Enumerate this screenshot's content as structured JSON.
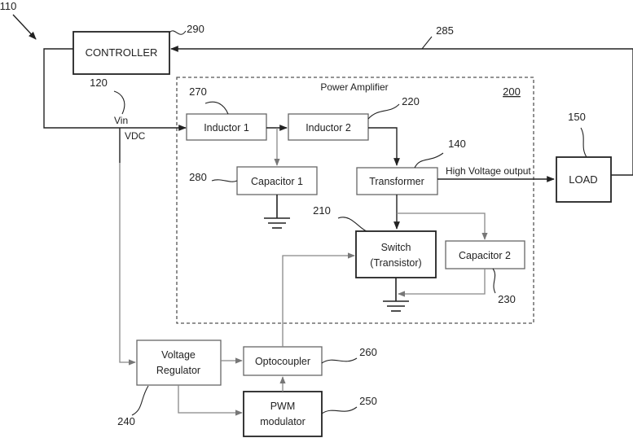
{
  "references": {
    "system": "110",
    "controller": "290",
    "feedback": "285",
    "vin_node": "120",
    "power_amplifier": "200",
    "inductor1": "270",
    "inductor2": "220",
    "transformer": "140",
    "load": "150",
    "capacitor1": "280",
    "switch": "210",
    "capacitor2": "230",
    "optocoupler": "260",
    "voltage_regulator": "240",
    "pwm": "250"
  },
  "blocks": {
    "controller": "CONTROLLER",
    "load": "LOAD",
    "inductor1": "Inductor 1",
    "inductor2": "Inductor 2",
    "capacitor1": "Capacitor 1",
    "transformer": "Transformer",
    "switch_line1": "Switch",
    "switch_line2": "(Transistor)",
    "capacitor2": "Capacitor 2",
    "voltage_regulator_line1": "Voltage",
    "voltage_regulator_line2": "Regulator",
    "optocoupler": "Optocoupler",
    "pwm_line1": "PWM",
    "pwm_line2": "modulator"
  },
  "labels": {
    "power_amplifier": "Power Amplifier",
    "vin": "Vin",
    "vdc": "VDC",
    "high_voltage_output": "High Voltage output"
  }
}
